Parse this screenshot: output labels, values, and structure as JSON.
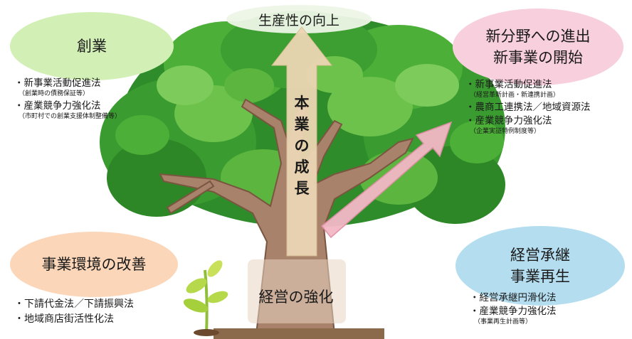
{
  "top_label": "生産性の向上",
  "trunk_label": "経営の強化",
  "growth_arrow": {
    "chars": [
      "本",
      "業",
      "の",
      "成",
      "長"
    ]
  },
  "sogyo": {
    "title": "創業",
    "items": [
      {
        "main": "・新事業活動促進法",
        "sub": "（創業時の債務保証等）"
      },
      {
        "main": "・産業競争力強化法",
        "sub": "（市町村での創業支援体制整備等）"
      }
    ]
  },
  "new_field": {
    "title_lines": [
      "新分野への進出",
      "新事業の開始"
    ],
    "items": [
      {
        "main": "・新事業活動促進法",
        "sub": "（経営革新計画・新連携計画）"
      },
      {
        "main": "・農商工連携法／地域資源法",
        "sub": ""
      },
      {
        "main": "・産業競争力強化法",
        "sub": "（企業実証特例制度等）"
      }
    ]
  },
  "environment": {
    "title": "事業環境の改善",
    "items": [
      {
        "main": "・下請代金法／下請振興法",
        "sub": ""
      },
      {
        "main": "・地域商店街活性化法",
        "sub": ""
      }
    ]
  },
  "succession": {
    "title_lines": [
      "経営承継",
      "事業再生"
    ],
    "items": [
      {
        "main": "・経営承継円滑化法",
        "sub": ""
      },
      {
        "main": "・産業競争力強化法",
        "sub": "（事業再生計画等）"
      }
    ]
  },
  "colors": {
    "sogyo": "#d2f0b5",
    "new_field": "#f8cfdc",
    "environment": "#fbd6b9",
    "succession": "#b4def0",
    "foliage_dark": "#2f8c2a",
    "foliage_light": "#6cc24a",
    "trunk": "#a9826b",
    "growth_arrow": "#ecd6b4",
    "pink_arrow": "#f3b8c6"
  }
}
